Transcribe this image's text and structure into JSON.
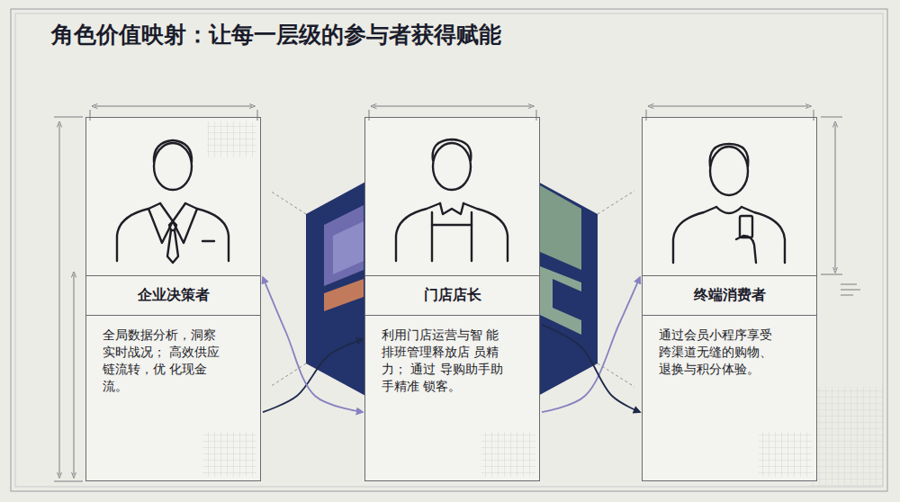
{
  "diagram": {
    "title": "角色价值映射：让每一层级的参与者获得赋能",
    "nodes": [
      {
        "text": [
          "企业决策者",
          "全局数据分析，洞察 实时战况； 高效供应链流转，优 化现金流。"
        ]
      },
      {
        "text": [
          "门店店长",
          "利用门店运营与智 能排班管理释放店 员精力； 通过 导购助手助手精准 锁客。"
        ]
      },
      {
        "text": [
          "终端消费者",
          "通过会员小程序享受 跨渠道无缝的购物、 退换与积分体验。"
        ]
      }
    ],
    "edges": [
      {
        "from": 0,
        "to": 1,
        "arrow": "to"
      },
      {
        "from": 0,
        "to": 1,
        "arrow": "both"
      },
      {
        "from": 1,
        "to": 2,
        "arrow": "to"
      },
      {
        "from": 1,
        "to": 2,
        "arrow": "to"
      }
    ]
  }
}
